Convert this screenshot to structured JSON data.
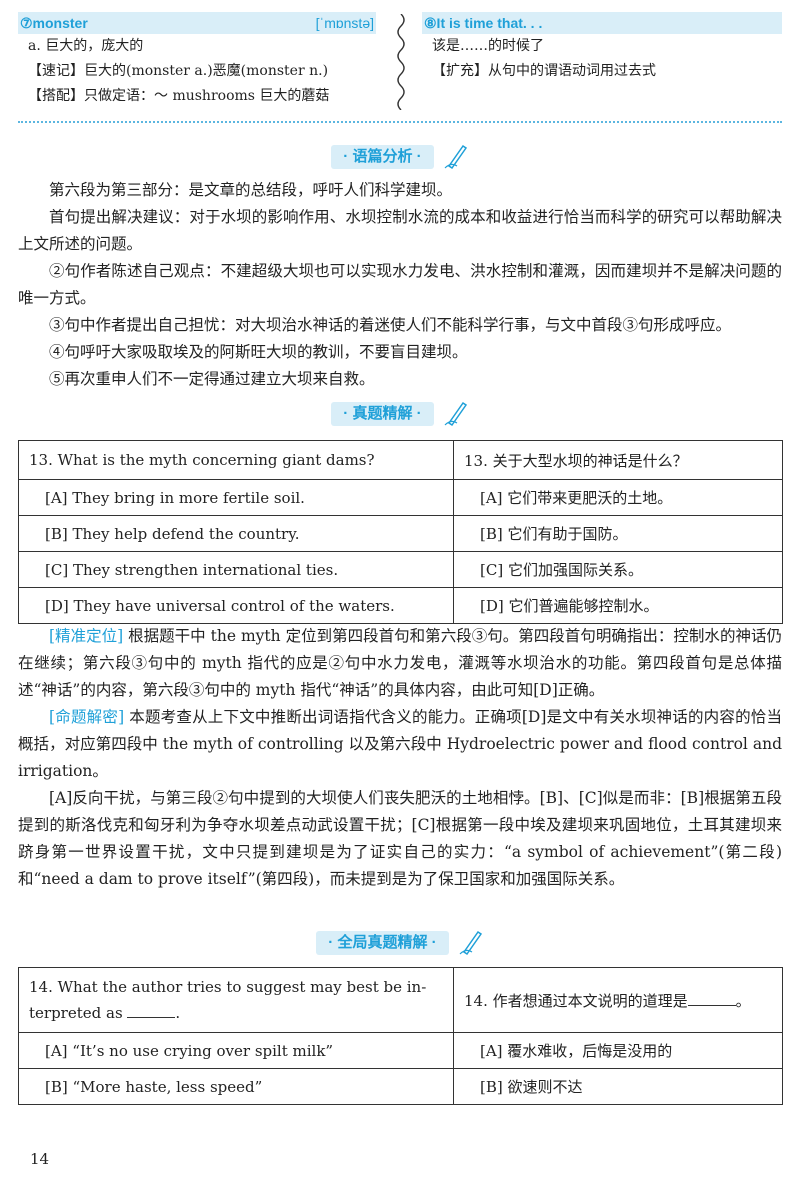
{
  "vocab": {
    "left_head": "⑦monster",
    "left_pron": "[ˈmɒnstə]",
    "left_lines": [
      "a. 巨大的，庞大的",
      "【速记】巨大的(monster a.)恶魔(monster n.)",
      "【搭配】只做定语：～ mushrooms 巨大的蘑菇"
    ],
    "right_head": "⑧It is time that. . .",
    "right_lines": [
      "该是……的时候了",
      "【扩充】从句中的谓语动词用过去式"
    ]
  },
  "section1": {
    "title": "· 语篇分析 ·",
    "paragraphs": [
      "第六段为第三部分：是文章的总结段，呼吁人们科学建坝。",
      "首句提出解决建议：对于水坝的影响作用、水坝控制水流的成本和收益进行恰当而科学的研究可以帮助解决上文所述的问题。",
      "②句作者陈述自己观点：不建超级大坝也可以实现水力发电、洪水控制和灌溉，因而建坝并不是解决问题的唯一方式。",
      "③句中作者提出自己担忧：对大坝治水神话的着迷使人们不能科学行事，与文中首段③句形成呼应。",
      "④句呼吁大家吸取埃及的阿斯旺大坝的教训，不要盲目建坝。",
      "⑤再次重申人们不一定得通过建立大坝来自救。"
    ]
  },
  "section2": {
    "title": "· 真题精解 ·",
    "question_en": "13. What is the myth concerning giant dams?",
    "question_zh": "13. 关于大型水坝的神话是什么？",
    "options": [
      {
        "en": "[A] They bring in more fertile soil.",
        "zh": "[A] 它们带来更肥沃的土地。"
      },
      {
        "en": "[B] They help defend the country.",
        "zh": "[B] 它们有助于国防。"
      },
      {
        "en": "[C] They strengthen international ties.",
        "zh": "[C] 它们加强国际关系。"
      },
      {
        "en": "[D] They have universal control of the waters.",
        "zh": "[D] 它们普遍能够控制水。"
      }
    ],
    "locate_tag": "[精准定位]",
    "locate_text": "根据题干中 the myth 定位到第四段首句和第六段③句。第四段首句明确指出：控制水的神话仍在继续；第六段③句中的 myth 指代的应是②句中水力发电，灌溉等水坝治水的功能。第四段首句是总体描述“神话”的内容，第六段③句中的 myth 指代“神话”的具体内容，由此可知[D]正确。",
    "secret_tag": "[命题解密]",
    "secret_text": "本题考查从上下文中推断出词语指代含义的能力。正确项[D]是文中有关水坝神话的内容的恰当概括，对应第四段中 the myth of controlling 以及第六段中 Hydroelectric power and flood control and irrigation。",
    "distract_text": "[A]反向干扰，与第三段②句中提到的大坝使人们丧失肥沃的土地相悖。[B]、[C]似是而非：[B]根据第五段提到的斯洛伐克和匈牙利为争夺水坝差点动武设置干扰；[C]根据第一段中埃及建坝来巩固地位，土耳其建坝来跻身第一世界设置干扰，文中只提到建坝是为了证实自己的实力：“a symbol of achievement”(第二段)和“need a dam to prove itself”(第四段)，而未提到是为了保卫国家和加强国际关系。"
  },
  "section3": {
    "title": "· 全局真题精解 ·",
    "question_en_1": "14. What the author tries to suggest may best be in-",
    "question_en_2": "terpreted as",
    "question_zh": "14. 作者想通过本文说明的道理是",
    "options": [
      {
        "en": "[A] “It’s no use crying over spilt milk”",
        "zh": "[A] 覆水难收，后悔是没用的"
      },
      {
        "en": "[B] “More haste, less speed”",
        "zh": "[B] 欲速则不达"
      }
    ]
  },
  "page_number": "14",
  "colors": {
    "accent": "#1fa0d8",
    "pill_bg": "#d9eef8"
  }
}
